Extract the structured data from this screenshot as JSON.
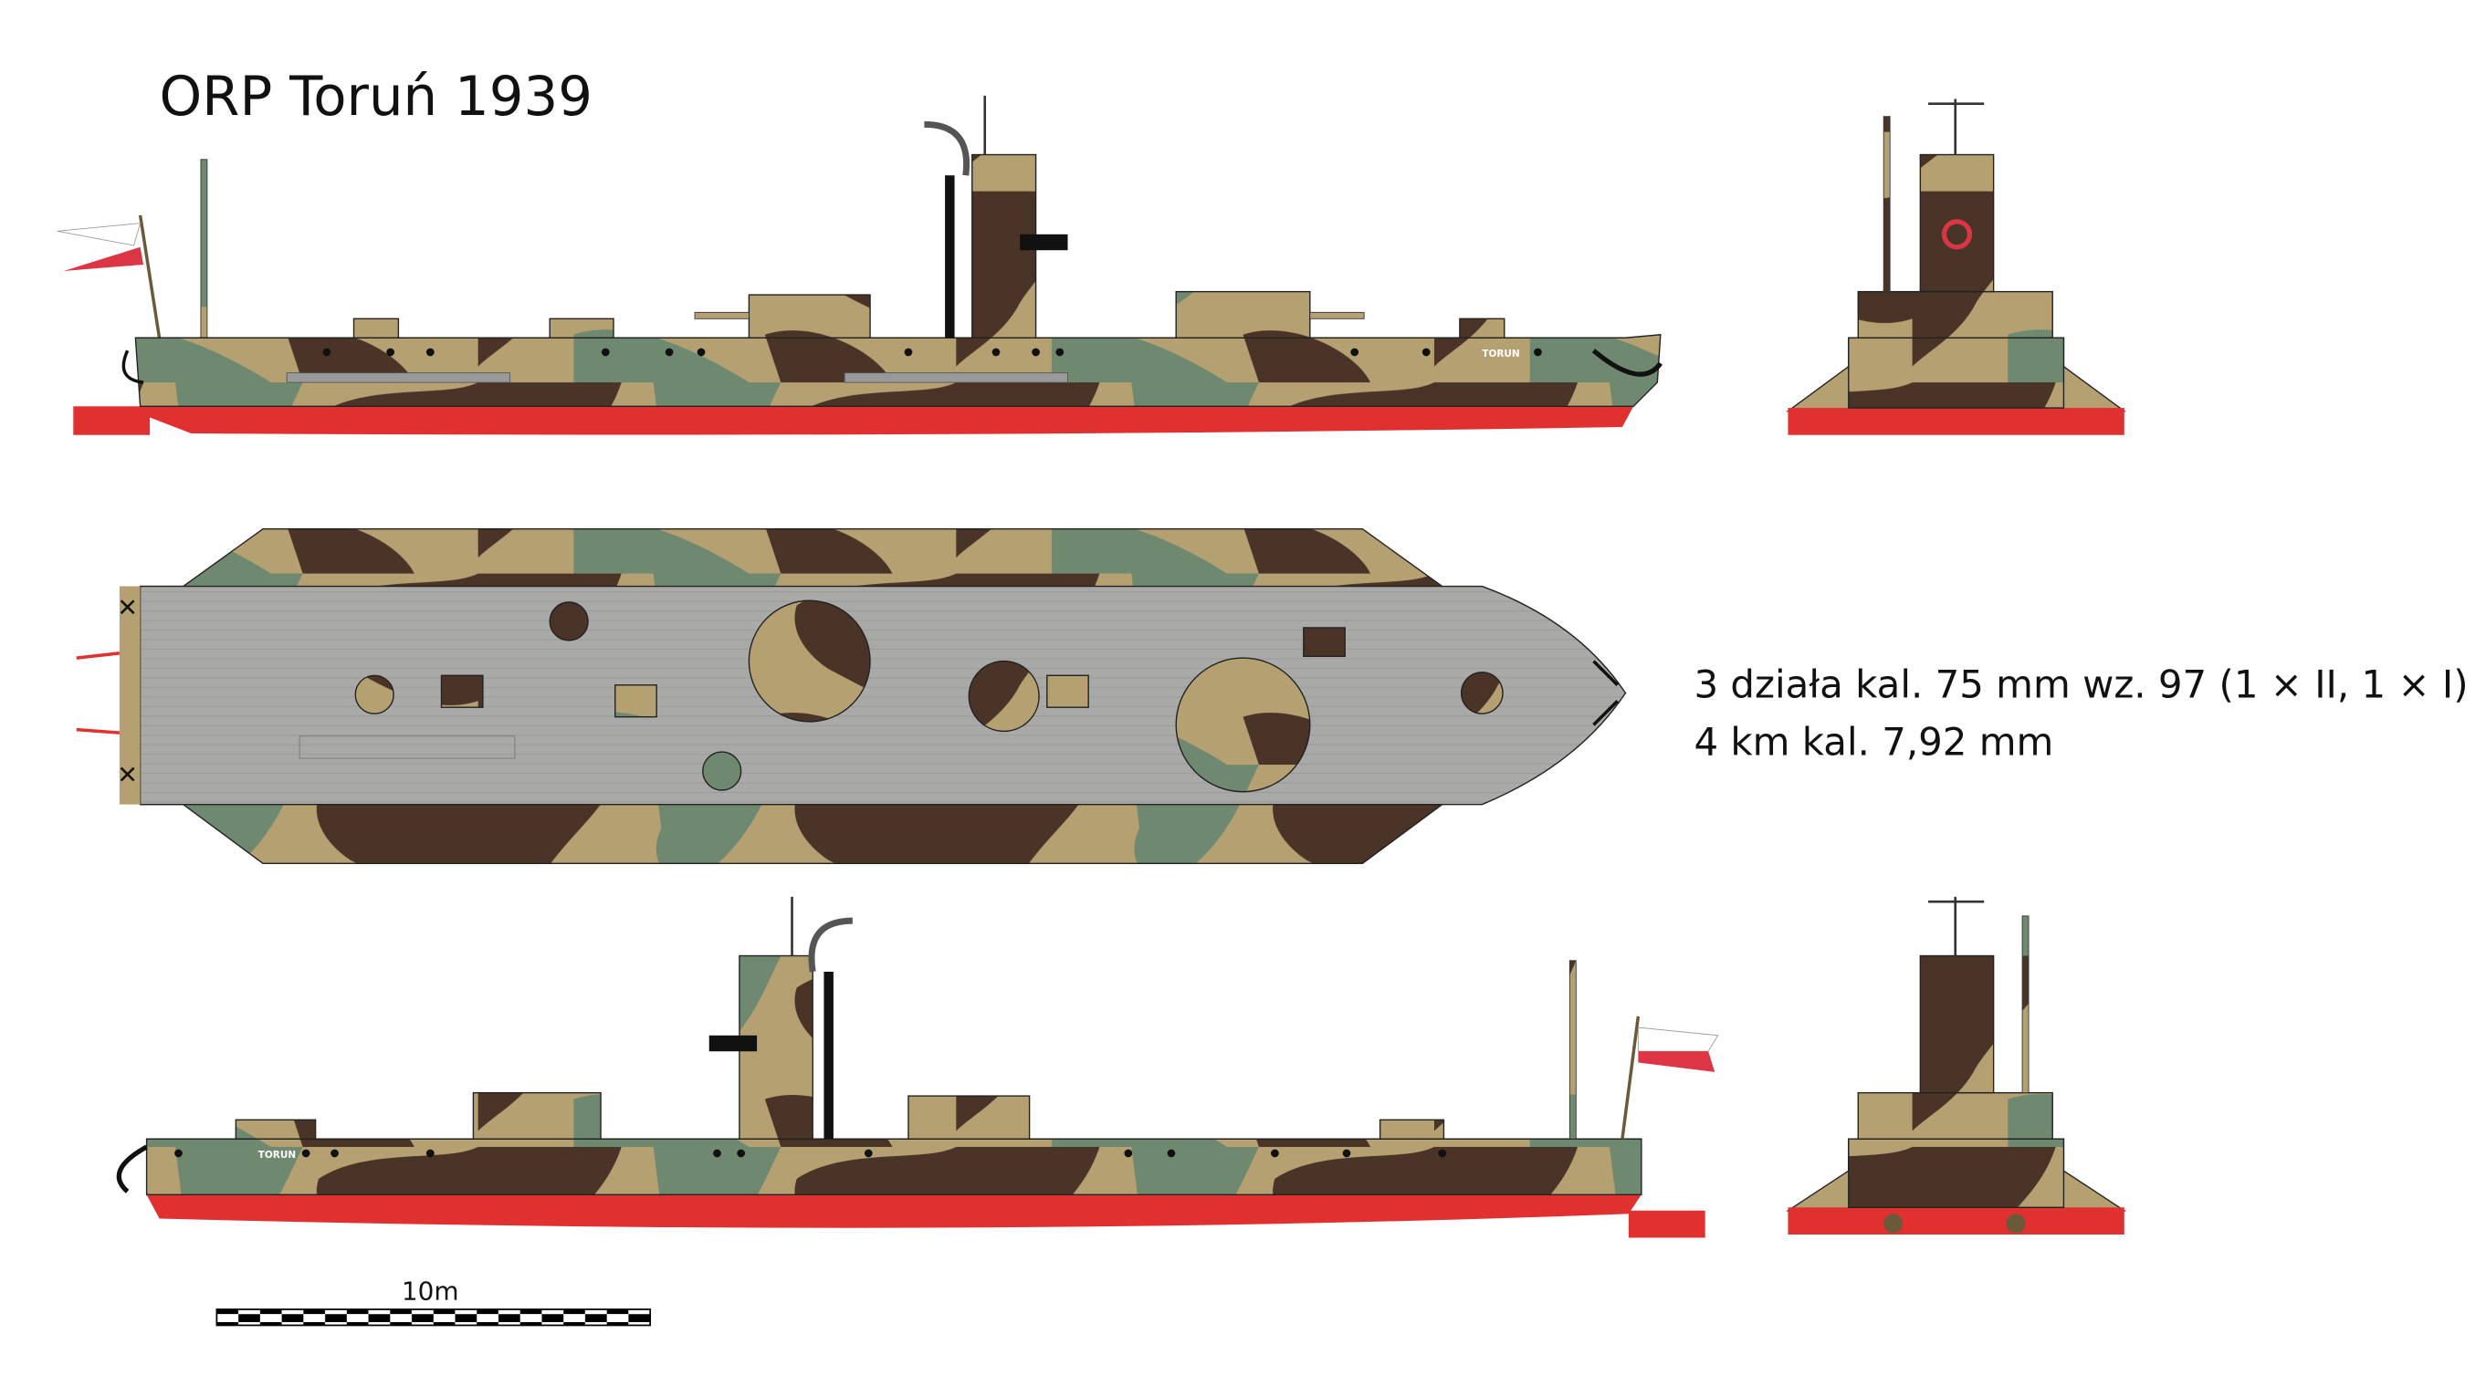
{
  "title": "ORP Toruń 1939",
  "armament": [
    "3 działa kal. 75 mm wz. 97 (1 × II, 1 × I)",
    "4 km kal. 7,92 mm"
  ],
  "scale_bar": {
    "label": "10m"
  },
  "hull_name": "TORUN",
  "colors": {
    "camo_tan": "#b5a072",
    "camo_brown": "#4a3428",
    "camo_green": "#6f8870",
    "waterline_red": "#e0302f",
    "deck_gray": "#a9a9a7",
    "flag_white": "#ffffff",
    "flag_red": "#dc3545"
  }
}
